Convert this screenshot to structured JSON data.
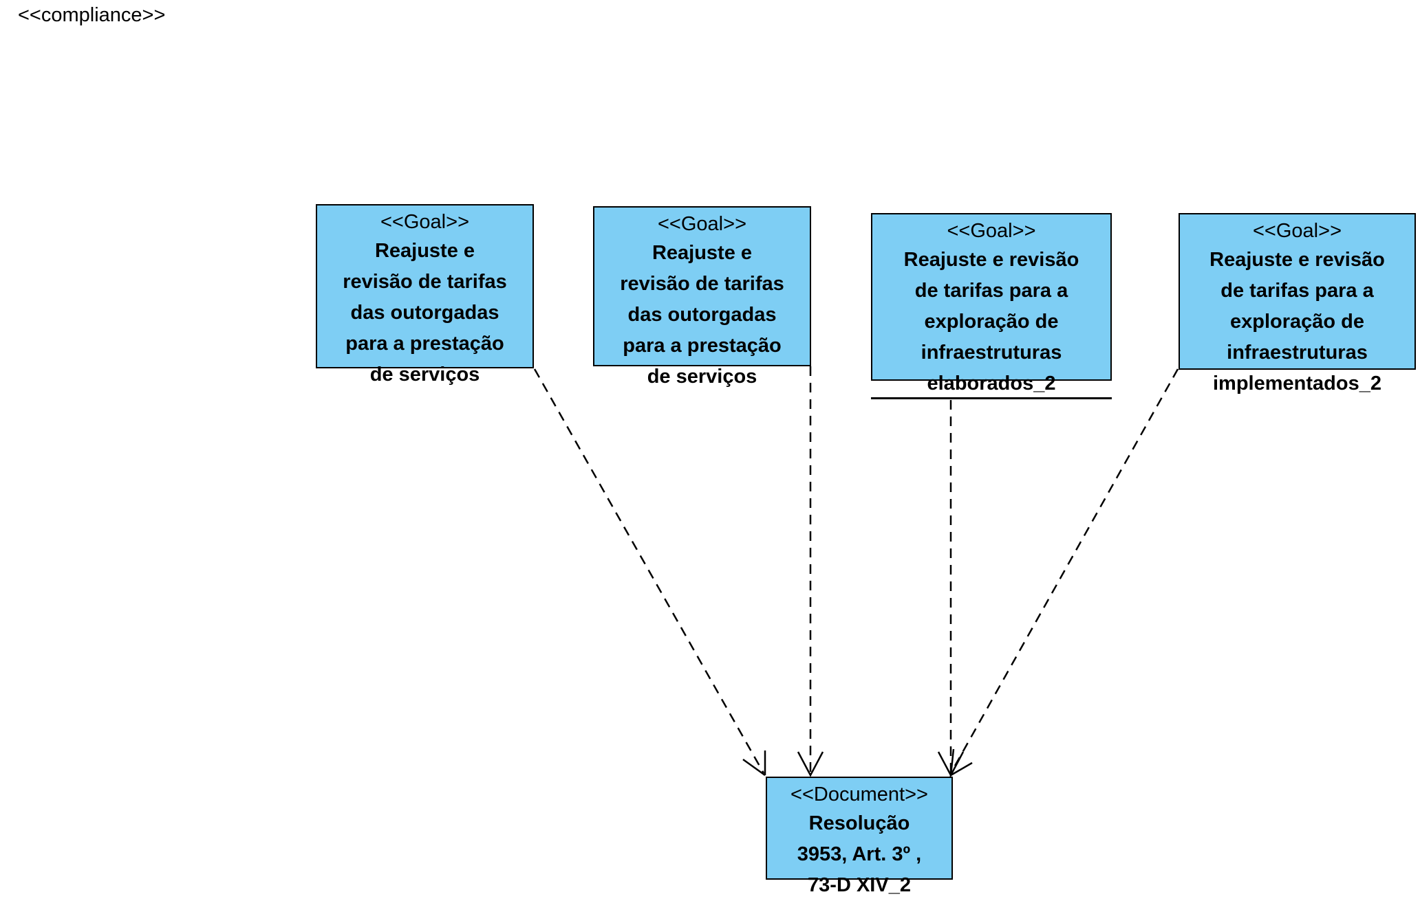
{
  "diagram": {
    "label": "<<compliance>>",
    "goals": [
      {
        "stereotype": "<<Goal>>",
        "name": "Reajuste e\nrevisão de tarifas\ndas outorgadas\npara a prestação\nde serviços"
      },
      {
        "stereotype": "<<Goal>>",
        "name": "Reajuste e\nrevisão de tarifas\ndas outorgadas\npara a prestação\nde serviços"
      },
      {
        "stereotype": "<<Goal>>",
        "name": "Reajuste e revisão\nde tarifas para a\nexploração de\ninfraestruturas\nelaborados_2"
      },
      {
        "stereotype": "<<Goal>>",
        "name": "Reajuste e revisão\nde tarifas para a\nexploração de\ninfraestruturas\nimplementados_2"
      }
    ],
    "document": {
      "stereotype": "<<Document>>",
      "name": "Resolução\n3953, Art. 3º ,\n73-D XIV_2"
    },
    "colors": {
      "node_fill": "#7ecef4",
      "stroke": "#000000"
    }
  }
}
